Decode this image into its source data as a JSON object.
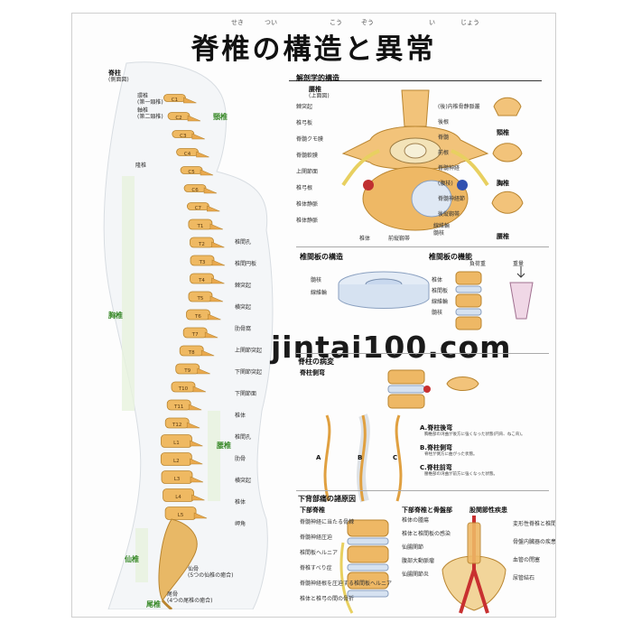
{
  "poster": {
    "title": "脊椎の構造と異常",
    "ruby": [
      "せき",
      "つい",
      "こう",
      "ぞう",
      "い",
      "じょう"
    ],
    "watermark": "jintai100.com"
  },
  "spine": {
    "heading": "脊柱",
    "heading_sub": "(側面図)",
    "vertebra_labels": [
      "C1",
      "C2",
      "C3",
      "C4",
      "C5",
      "C6",
      "C7",
      "T1",
      "T2",
      "T3",
      "T4",
      "T5",
      "T6",
      "T7",
      "T8",
      "T9",
      "T10",
      "T11",
      "T12",
      "L1",
      "L2",
      "L3",
      "L4",
      "L5"
    ],
    "left_labels": [
      {
        "text": "環椎",
        "sub": "(第一頸椎)"
      },
      {
        "text": "軸椎",
        "sub": "(第二頸椎)"
      },
      {
        "text": "隆椎"
      }
    ],
    "right_labels": [
      "椎間孔",
      "椎間円板",
      "棘突起",
      "横突起",
      "肋骨窩",
      "上関節突起",
      "下関節突起",
      "下関節面",
      "椎体",
      "椎間孔",
      "肋骨",
      "横突起",
      "椎体",
      "岬角"
    ],
    "region_labels": [
      {
        "text": "頸椎"
      },
      {
        "text": "胸椎"
      },
      {
        "text": "腰椎"
      },
      {
        "text": "仙椎"
      },
      {
        "text": "尾椎"
      }
    ],
    "sacrum_label": "仙骨",
    "sacrum_sub": "(5つの仙椎の癒合)",
    "coccyx_label": "尾骨",
    "coccyx_sub": "(4つの尾椎の癒合)"
  },
  "anatomy": {
    "heading": "解剖学的構造",
    "sub_heading": "腰椎",
    "sub_heading_note": "(上面図)",
    "labels_left": [
      "棘突起",
      "椎弓板",
      "脊髄クモ膜",
      "脊髄軟膜",
      "上関節面",
      "椎弓根",
      "椎体静脈",
      "椎体静脈"
    ],
    "labels_right": [
      "(後)内椎骨静脈叢",
      "後根",
      "脊髄",
      "前根",
      "脊髄神経",
      "(腹枝)",
      "脊髄神経節",
      "後縦靱帯"
    ],
    "labels_bottom": [
      "椎体",
      "前縦靱帯",
      "線維輪",
      "髄核"
    ],
    "side_views": [
      "頸椎",
      "胸椎",
      "腰椎"
    ]
  },
  "disc": {
    "structure_title": "椎間板の構造",
    "structure_labels": [
      "髄核",
      "線維輪"
    ],
    "function_title": "椎間板の機能",
    "function_labels": [
      "負荷重",
      "椎体",
      "椎間板",
      "線維輪",
      "髄核"
    ],
    "weight_label": "重量"
  },
  "disorders": {
    "heading": "脊柱の病変",
    "scoliosis_title": "脊柱側弯",
    "curve_labels": [
      "A",
      "B",
      "C"
    ],
    "curve_notes": [
      {
        "title": "A.脊柱後弯",
        "text": "胸椎部の湾曲が後方に強くなった状態(円背、ねこ背)。"
      },
      {
        "title": "B.脊柱側弯",
        "text": "脊柱が側方に曲がった状態。"
      },
      {
        "title": "C.脊柱前弯",
        "text": "腰椎部の湾曲が前方に強くなった状態。"
      }
    ]
  },
  "lowback": {
    "heading": "下背部痛の諸原因",
    "lumbar_title": "下部脊椎",
    "lumbar_labels": [
      "脊髄神経に当たる骨棘",
      "脊髄神経圧迫",
      "椎間板ヘルニア",
      "脊椎すべり症",
      "脊髄神経根を圧迫する椎間板ヘルニア",
      "椎体と椎弓の間の骨折"
    ],
    "vessel_title": "下部脊椎と骨盤部",
    "vessel_labels": [
      "椎体の腫瘍",
      "椎体と椎間板の感染",
      "仙腸関節",
      "腹部大動脈瘤",
      "仙腸関節炎"
    ],
    "hip_title": "股関節性疾患",
    "hip_labels": [
      "変形性脊椎と椎間板",
      "骨盤内臓器の疾患",
      "血管の閉塞",
      "尿管結石"
    ]
  }
}
